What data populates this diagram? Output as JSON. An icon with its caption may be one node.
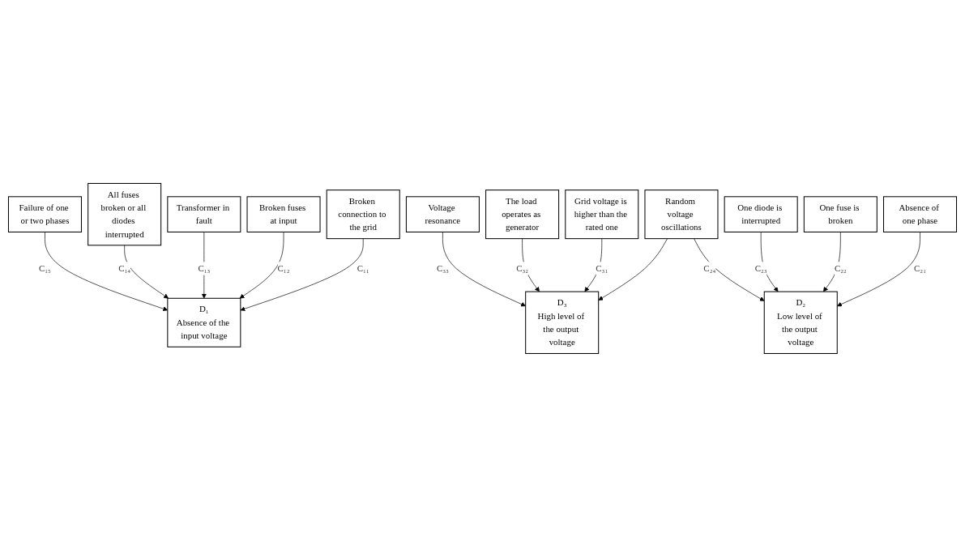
{
  "diagram": {
    "nodes": [
      {
        "text": [
          "Broken connection to the grid"
        ]
      },
      {
        "text": [
          "Broken fuses at input"
        ]
      },
      {
        "text": [
          "Transformer in fault"
        ]
      },
      {
        "text": [
          "All fuses broken or all diodes interrupted"
        ]
      },
      {
        "text": [
          "Failure of one or two phases"
        ]
      },
      {
        "text": [
          "D₁",
          "Absence of the input voltage"
        ]
      },
      {
        "text": [
          "D₂",
          "Low level of the output voltage"
        ]
      },
      {
        "text": [
          "D₃",
          "High level of the output voltage"
        ]
      },
      {
        "text": [
          "Grid voltage is higher than the rated one"
        ]
      },
      {
        "text": [
          "The load operates as generator"
        ]
      },
      {
        "text": [
          "Voltage resonance"
        ]
      },
      {
        "text": [
          "Absence of one phase"
        ]
      },
      {
        "text": [
          "One fuse is broken"
        ]
      },
      {
        "text": [
          "One diode is interrupted"
        ]
      },
      {
        "text": [
          "Random voltage oscillations"
        ]
      }
    ],
    "edges": [
      {
        "from": 0,
        "to": 5,
        "arrow": "to",
        "label": "C₁₁"
      },
      {
        "from": 1,
        "to": 5,
        "arrow": "to",
        "label": "C₁₂"
      },
      {
        "from": 2,
        "to": 5,
        "arrow": "to",
        "label": "C₁₃"
      },
      {
        "from": 3,
        "to": 5,
        "arrow": "to",
        "label": "C₁₄"
      },
      {
        "from": 4,
        "to": 5,
        "arrow": "to",
        "label": "C₁₅"
      },
      {
        "from": 11,
        "to": 6,
        "arrow": "to",
        "label": "C₂₁"
      },
      {
        "from": 12,
        "to": 6,
        "arrow": "to",
        "label": "C₂₂"
      },
      {
        "from": 13,
        "to": 6,
        "arrow": "to",
        "label": "C₂₃"
      },
      {
        "from": 14,
        "to": 6,
        "arrow": "to",
        "label": "C₂₄"
      },
      {
        "from": 14,
        "to": 7,
        "arrow": "to"
      },
      {
        "from": 8,
        "to": 7,
        "arrow": "to",
        "label": "C₃₁"
      },
      {
        "from": 9,
        "to": 7,
        "arrow": "to",
        "label": "C₃₂"
      },
      {
        "from": 10,
        "to": 7,
        "arrow": "to",
        "label": "C₃₃"
      }
    ]
  }
}
